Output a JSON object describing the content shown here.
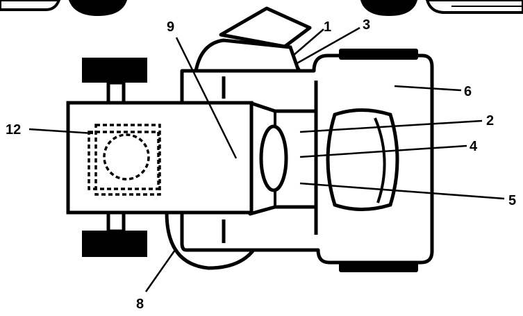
{
  "diagram": {
    "callouts": {
      "c1": "1",
      "c2": "2",
      "c3": "3",
      "c4": "4",
      "c5": "5",
      "c6": "6",
      "c8": "8",
      "c9": "9",
      "c12": "12"
    }
  },
  "colors": {
    "line": "#000000",
    "fill": "#ffffff"
  }
}
